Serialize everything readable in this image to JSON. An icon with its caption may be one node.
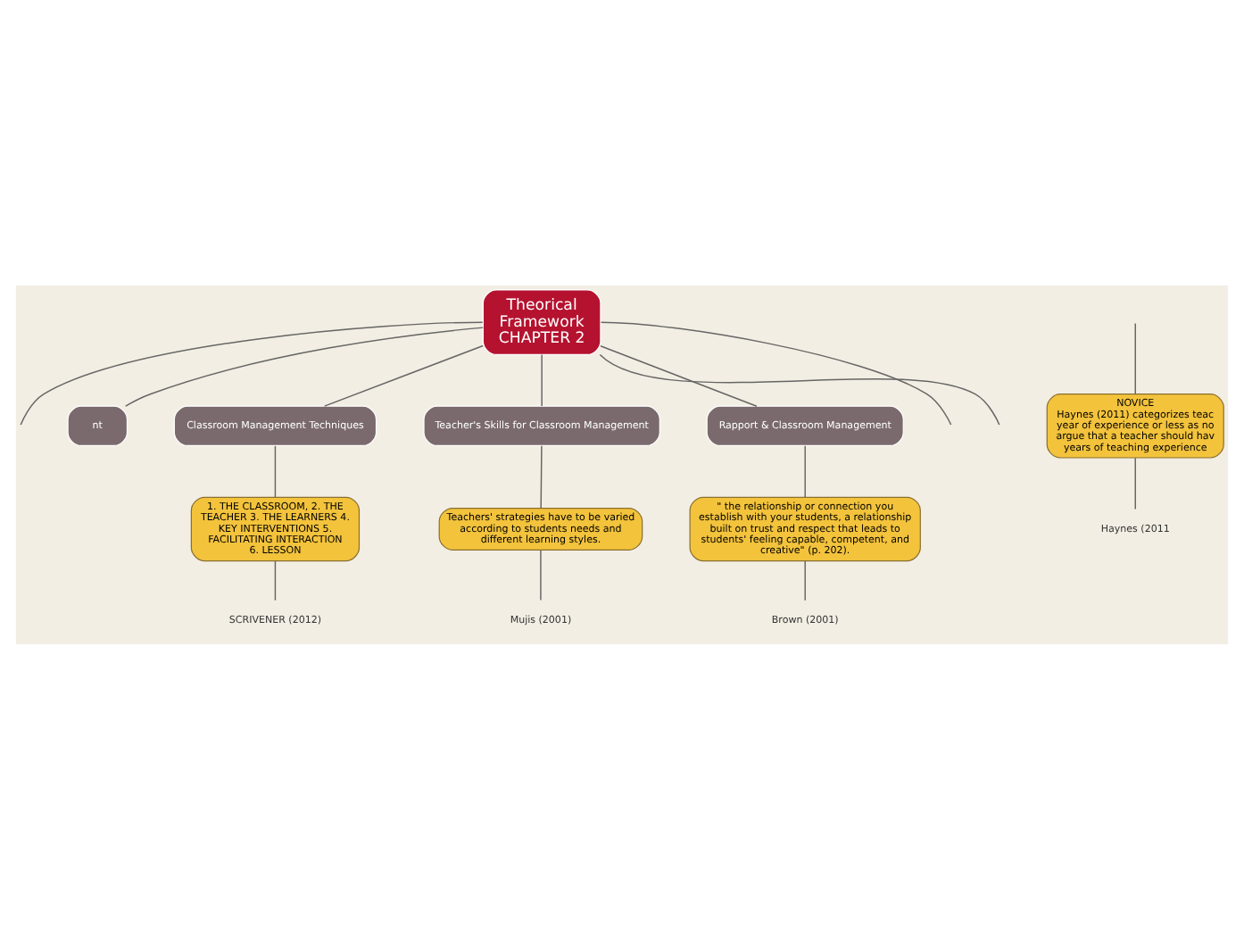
{
  "diagram": {
    "nodes": [
      {
        "text": [
          "Theorical Framework CHAPTER 2"
        ]
      },
      {
        "text": [
          "nt"
        ]
      },
      {
        "text": [
          "Classroom Management Techniques"
        ]
      },
      {
        "text": [
          "1. THE CLASSROOM, 2. THE TEACHER 3. THE LEARNERS 4. KEY INTERVENTIONS 5. FACILITATING INTERACTION 6. LESSON"
        ]
      },
      {
        "text": [
          "SCRIVENER (2012)"
        ]
      },
      {
        "text": [
          "Teacher's Skills for Classroom Management"
        ]
      },
      {
        "text": [
          "Teachers' strategies have to be varied according to students needs and different learning styles."
        ]
      },
      {
        "text": [
          "Mujis (2001)"
        ]
      },
      {
        "text": [
          "Rapport & Classroom Management"
        ]
      },
      {
        "text": [
          "\" the relationship or connection you establish with your students, a relationship built on trust and respect that leads to students' feeling capable, competent, and creative\" (p. 202)."
        ]
      },
      {
        "text": [
          "Brown (2001)"
        ]
      },
      {
        "text": [
          "NOVICE",
          "Haynes (2011) categorizes teac year of experience or less as no argue that a teacher should hav years of teaching experience"
        ]
      },
      {
        "text": [
          "Haynes (2011"
        ]
      }
    ],
    "edges": [
      {
        "from": 0,
        "to": null,
        "arrow": "none"
      },
      {
        "from": 0,
        "to": 1,
        "arrow": "none"
      },
      {
        "from": 0,
        "to": 2,
        "arrow": "none"
      },
      {
        "from": 0,
        "to": 5,
        "arrow": "none"
      },
      {
        "from": 0,
        "to": 8,
        "arrow": "none"
      },
      {
        "from": 0,
        "to": null,
        "arrow": "none"
      },
      {
        "from": 0,
        "to": null,
        "arrow": "none"
      },
      {
        "from": 2,
        "to": 3,
        "arrow": "none"
      },
      {
        "from": 3,
        "to": 4,
        "arrow": "none"
      },
      {
        "from": 5,
        "to": 6,
        "arrow": "none"
      },
      {
        "from": 6,
        "to": 7,
        "arrow": "none"
      },
      {
        "from": 8,
        "to": 9,
        "arrow": "none"
      },
      {
        "from": 9,
        "to": 10,
        "arrow": "none"
      },
      {
        "from": null,
        "to": 11,
        "arrow": "none"
      },
      {
        "from": 11,
        "to": 12,
        "arrow": "none"
      }
    ]
  }
}
